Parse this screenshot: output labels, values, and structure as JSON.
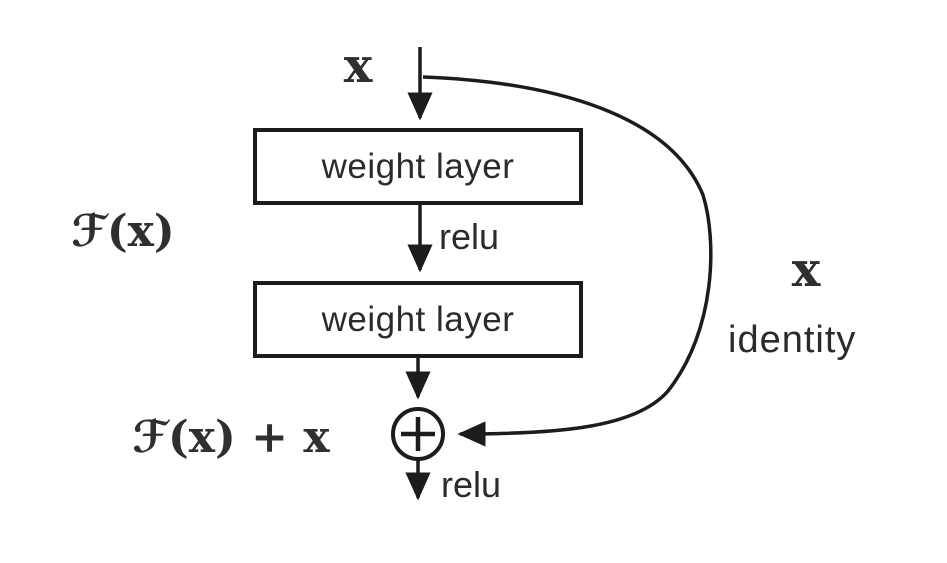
{
  "colors": {
    "line": "#1c1c1c",
    "text": "#2b2b2b",
    "math": "#2f2f2f",
    "bg": "#ffffff"
  },
  "diagram": {
    "type": "residual-learning-building-block",
    "input": {
      "label": "x"
    },
    "layers": [
      {
        "label": "weight layer"
      },
      {
        "label": "weight layer"
      }
    ],
    "activations": {
      "between_layers": "relu",
      "after_sum": "relu"
    },
    "residual_branch": {
      "label": "ℱ(x)"
    },
    "skip_connection": {
      "label": "x",
      "sublabel": "identity"
    },
    "sum_node": {
      "icon": "circle-plus",
      "output_label": "ℱ(x) + x"
    }
  }
}
